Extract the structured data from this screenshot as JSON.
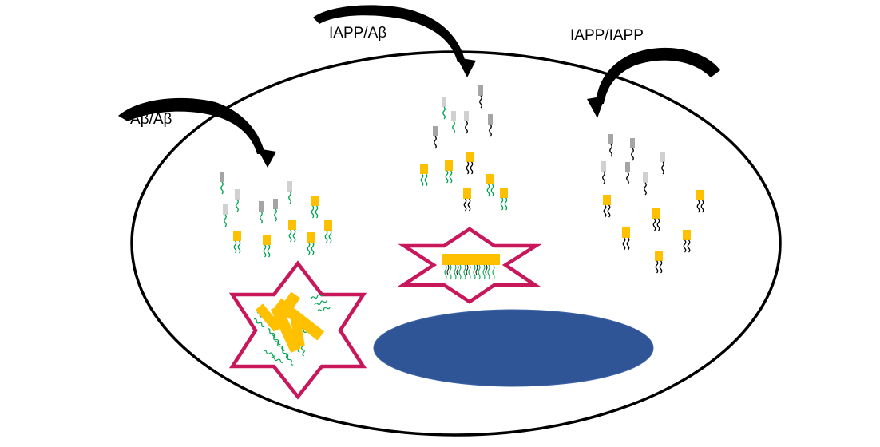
{
  "labels": {
    "ab_ab": "Aβ/Aβ",
    "iapp_ab": "IAPP/Aβ",
    "iapp_iapp": "IAPP/IAPP"
  },
  "colors": {
    "cell_outline": "#000000",
    "nucleus": "#2f5597",
    "star": "#c9175c",
    "monomer_head_yellow": "#ffc000",
    "monomer_head_gray": "#a5a5a5",
    "monomer_head_lightgray": "#d0d0d0",
    "ab_tail": "#00a651",
    "iapp_tail": "#000000",
    "arrow": "#000000"
  },
  "icons": [
    "curved-arrow-icon",
    "hexagram-star-icon",
    "monomer-icon",
    "fibril-bar-icon"
  ]
}
